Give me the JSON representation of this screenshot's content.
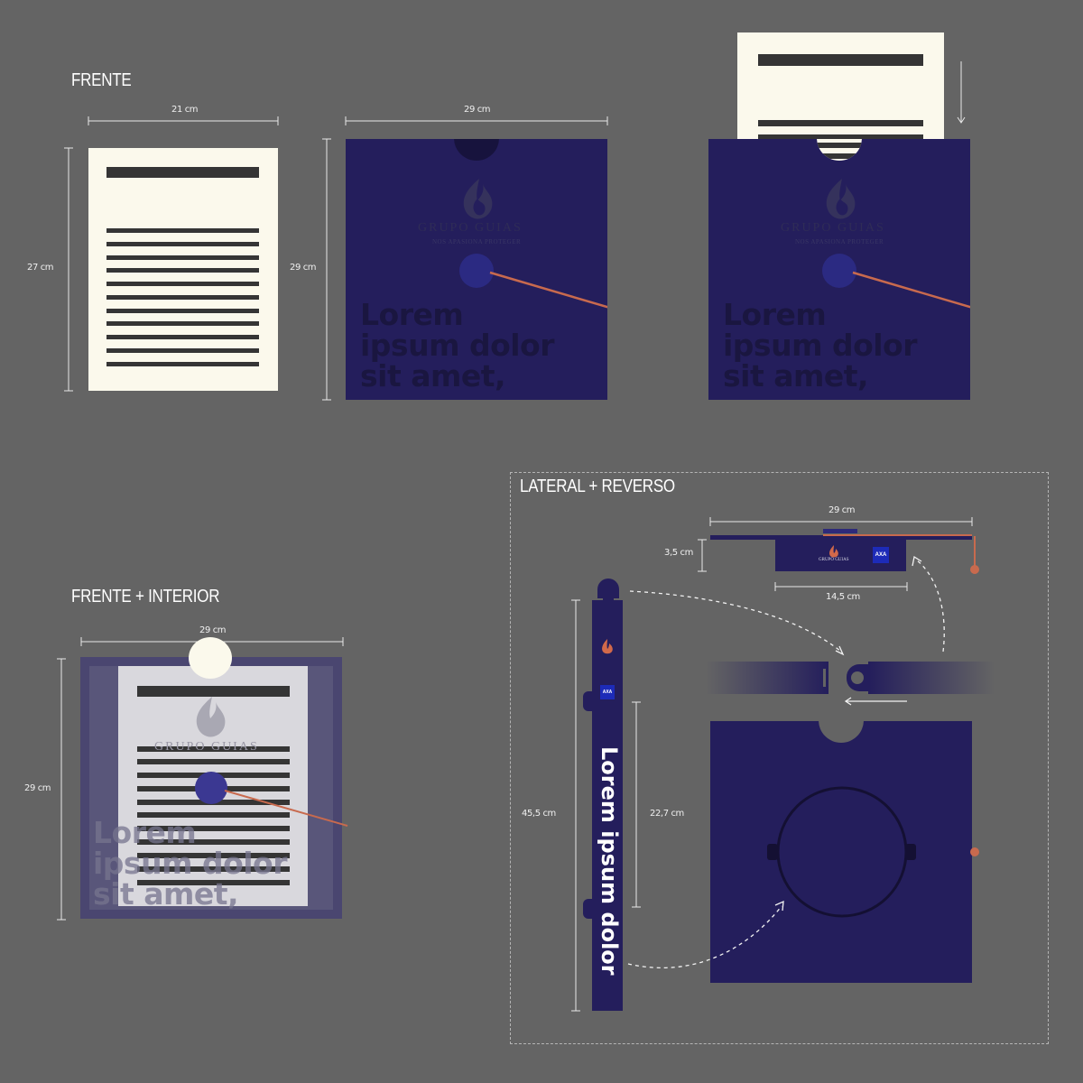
{
  "sections": {
    "frente": "FRENTE",
    "frente_interior": "FRENTE + INTERIOR",
    "lateral_reverso": "LATERAL + REVERSO"
  },
  "dimensions": {
    "paper_width": "21 cm",
    "paper_height": "27 cm",
    "folder_width": "29 cm",
    "folder_height": "29 cm",
    "interior_width": "29 cm",
    "interior_height": "29 cm",
    "lateral_width": "29 cm",
    "lateral_depth": "3,5 cm",
    "lateral_inner": "14,5 cm",
    "strip_length": "45,5 cm",
    "strip_inner": "22,7 cm"
  },
  "brand": {
    "name": "GRUPO GUIAS",
    "tagline": "NOS APASIONA PROTEGER",
    "partner": "AXA"
  },
  "copy": {
    "lorem_line1": "Lorem",
    "lorem_line2": "ipsum dolor",
    "lorem_line3": "sit amet,",
    "strip_text": "Lorem ipsum dolor"
  },
  "colors": {
    "background": "#646464",
    "navy": "#241e5c",
    "paper": "#fbf9ec",
    "accent": "#d2694a"
  }
}
